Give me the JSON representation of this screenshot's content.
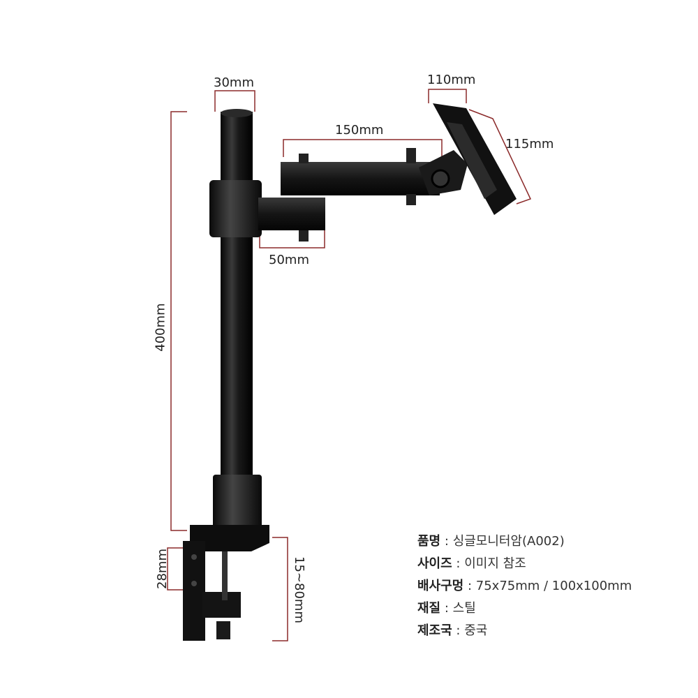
{
  "dimensions": {
    "pole_diameter": "30mm",
    "arm_length": "150mm",
    "plate_width": "110mm",
    "plate_height": "115mm",
    "collar_width": "50mm",
    "pole_height": "400mm",
    "clamp_depth": "28mm",
    "clamp_range": "15~80mm"
  },
  "specs": [
    {
      "key": "품명",
      "sep": " : ",
      "value": "싱글모니터암(A002)"
    },
    {
      "key": "사이즈",
      "sep": " : ",
      "value": "이미지 참조"
    },
    {
      "key": "배사구멍",
      "sep": " : ",
      "value": "75x75mm / 100x100mm"
    },
    {
      "key": "재질",
      "sep": " : ",
      "value": "스틸"
    },
    {
      "key": "제조국",
      "sep": " : ",
      "value": "중국"
    }
  ],
  "colors": {
    "dimension_line": "#8b2a2a",
    "metal": "#111111"
  }
}
